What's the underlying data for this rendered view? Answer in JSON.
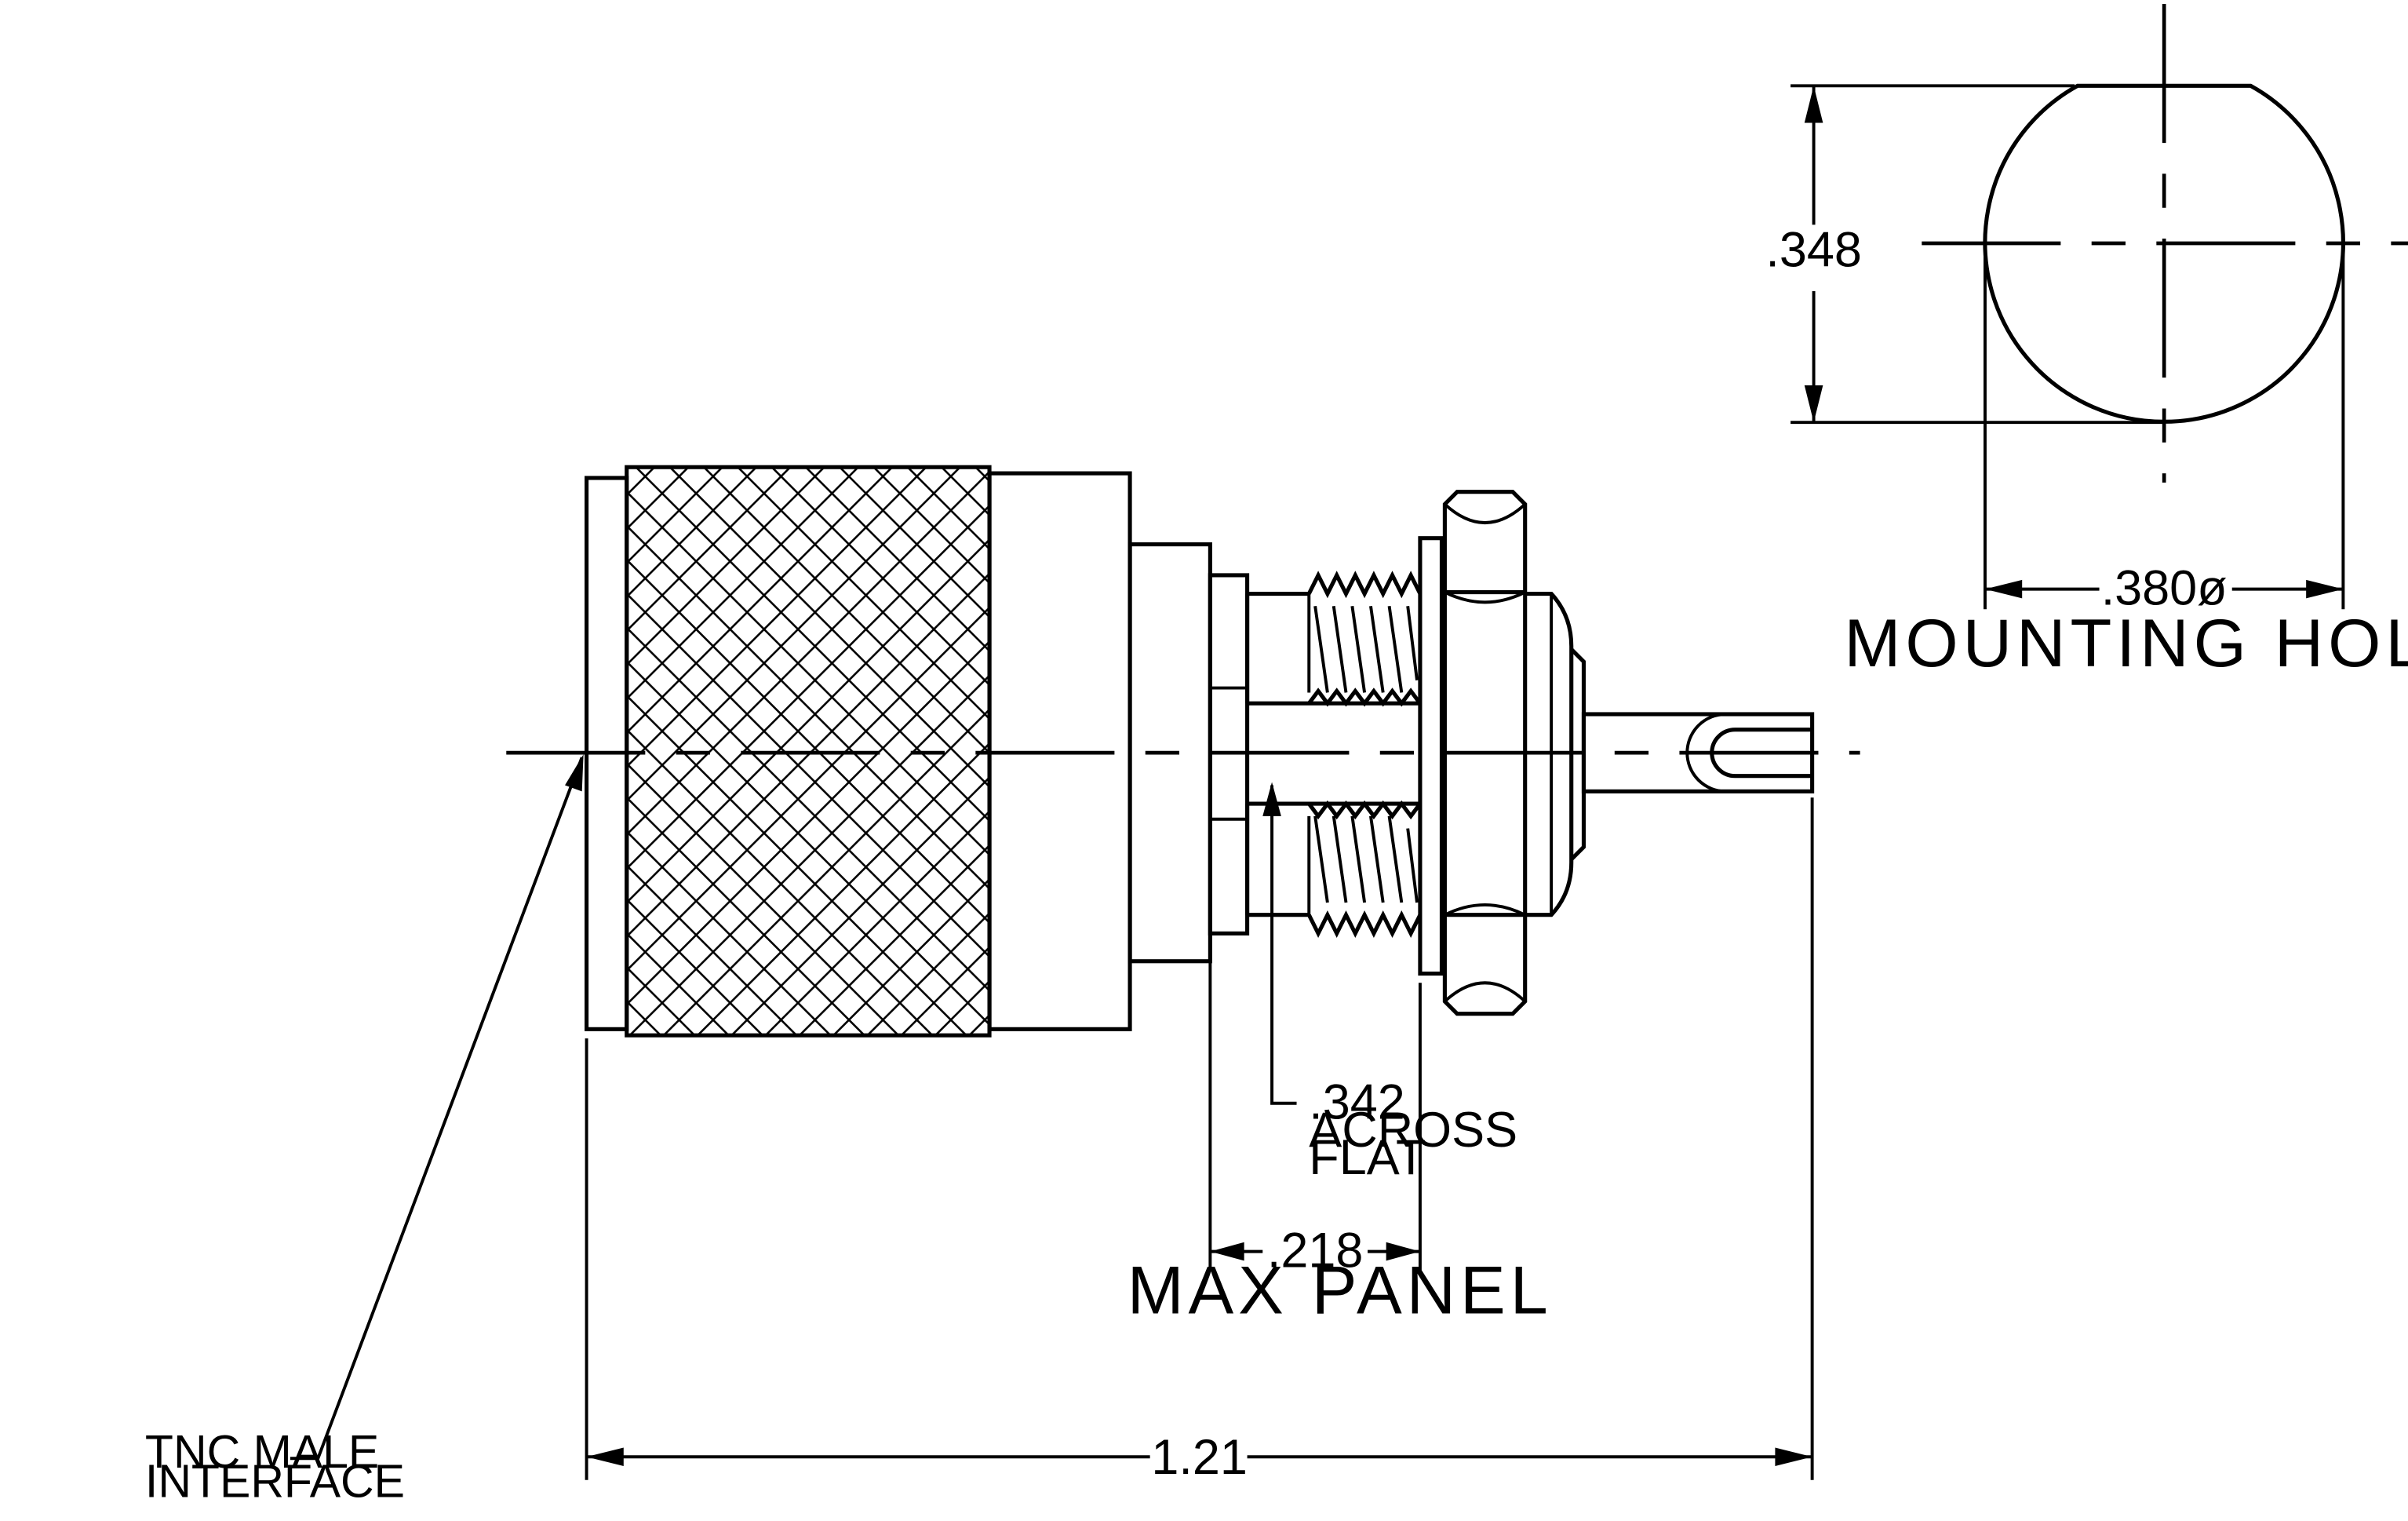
{
  "labels": {
    "dim_overall_length": "1.21",
    "dim_max_panel": ".218",
    "max_panel_caption": "MAX PANEL",
    "dim_across_flat": ".342",
    "across_flat_line2": "ACROSS",
    "across_flat_line3": "FLAT",
    "dim_hole_height": ".348",
    "dim_hole_diameter": ".380ø",
    "mounting_hole_caption": "MOUNTING HOLE",
    "interface_line1": "TNC MALE",
    "interface_line2": "INTERFACE"
  }
}
